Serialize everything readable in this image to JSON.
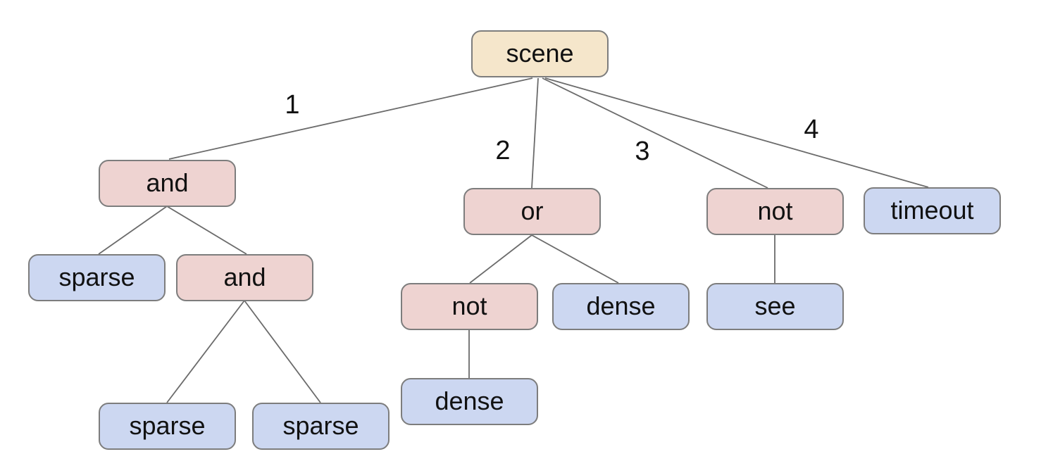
{
  "diagram": {
    "type": "tree",
    "palette": {
      "root_fill": "#f5e6cb",
      "operator_fill": "#eed3d1",
      "leaf_fill": "#ccd7f1",
      "node_border": "#7d7d7d",
      "edge_color": "#6b6b6b",
      "text_color": "#111111",
      "background": "#ffffff"
    },
    "nodes": [
      {
        "id": "scene",
        "label": "scene",
        "kind": "root"
      },
      {
        "id": "and1",
        "label": "and",
        "kind": "operator"
      },
      {
        "id": "or1",
        "label": "or",
        "kind": "operator"
      },
      {
        "id": "not1",
        "label": "not",
        "kind": "operator"
      },
      {
        "id": "timeout",
        "label": "timeout",
        "kind": "leaf"
      },
      {
        "id": "sparse1",
        "label": "sparse",
        "kind": "leaf"
      },
      {
        "id": "and2",
        "label": "and",
        "kind": "operator"
      },
      {
        "id": "not2",
        "label": "not",
        "kind": "operator"
      },
      {
        "id": "dense1",
        "label": "dense",
        "kind": "leaf"
      },
      {
        "id": "see",
        "label": "see",
        "kind": "leaf"
      },
      {
        "id": "sparse2",
        "label": "sparse",
        "kind": "leaf"
      },
      {
        "id": "sparse3",
        "label": "sparse",
        "kind": "leaf"
      },
      {
        "id": "dense2",
        "label": "dense",
        "kind": "leaf"
      }
    ],
    "edges": [
      {
        "from": "scene",
        "to": "and1",
        "label": "1"
      },
      {
        "from": "scene",
        "to": "or1",
        "label": "2"
      },
      {
        "from": "scene",
        "to": "not1",
        "label": "3"
      },
      {
        "from": "scene",
        "to": "timeout",
        "label": "4"
      },
      {
        "from": "and1",
        "to": "sparse1",
        "label": ""
      },
      {
        "from": "and1",
        "to": "and2",
        "label": ""
      },
      {
        "from": "and2",
        "to": "sparse2",
        "label": ""
      },
      {
        "from": "and2",
        "to": "sparse3",
        "label": ""
      },
      {
        "from": "or1",
        "to": "not2",
        "label": ""
      },
      {
        "from": "or1",
        "to": "dense1",
        "label": ""
      },
      {
        "from": "not2",
        "to": "dense2",
        "label": ""
      },
      {
        "from": "not1",
        "to": "see",
        "label": ""
      }
    ]
  }
}
